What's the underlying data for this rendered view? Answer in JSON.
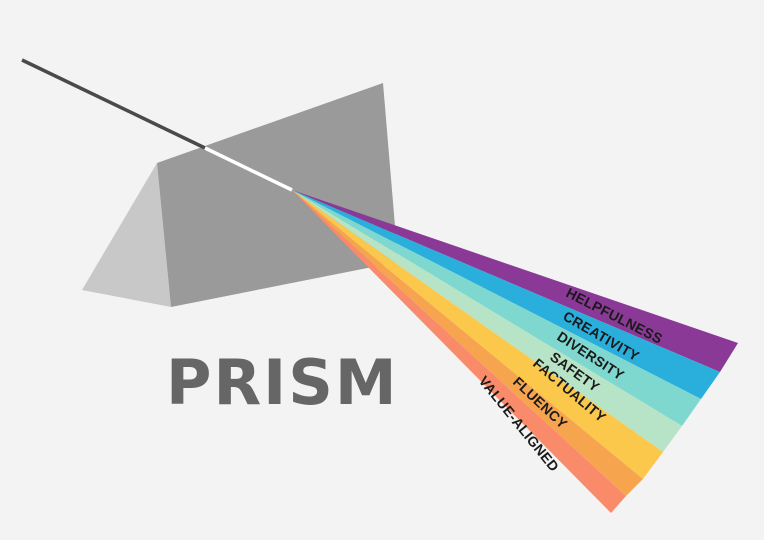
{
  "title": "PRISM",
  "colors": {
    "background": "#f3f3f3",
    "prism_light": "#c8c8c8",
    "prism_dark": "#9a9a9a",
    "incoming_beam": "#4a4a4a",
    "inside_beam": "#ffffff",
    "title": "#666666"
  },
  "beams": [
    {
      "label": "HELPFULNESS",
      "color": "#8a3a96"
    },
    {
      "label": "CREATIVITY",
      "color": "#2aaedc"
    },
    {
      "label": "DIVERSITY",
      "color": "#7fd8d0"
    },
    {
      "label": "SAFETY",
      "color": "#b7e3c6"
    },
    {
      "label": "FACTUALITY",
      "color": "#fcc84c"
    },
    {
      "label": "FLUENCY",
      "color": "#f6a54e"
    },
    {
      "label": "VALUE-ALIGNED",
      "color": "#f98a6a"
    }
  ]
}
